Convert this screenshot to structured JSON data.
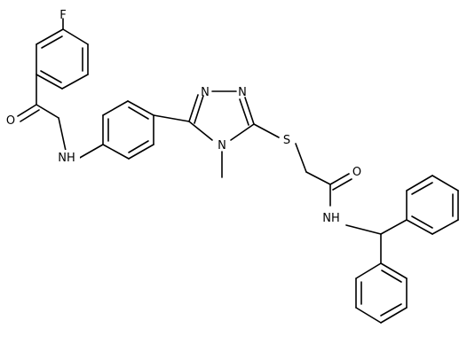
{
  "molecule": {
    "atom_labels": {
      "fluorine": "F",
      "carbonyl_oxygen_left": "O",
      "amide_nh_left": "NH",
      "triazole_n1": "N",
      "triazole_n2": "N",
      "triazole_n4": "N",
      "sulfur": "S",
      "carbonyl_oxygen_right": "O",
      "amide_nh_right": "NH"
    }
  },
  "colors": {
    "bond": "#000000",
    "text": "#000000",
    "background": "#ffffff"
  }
}
